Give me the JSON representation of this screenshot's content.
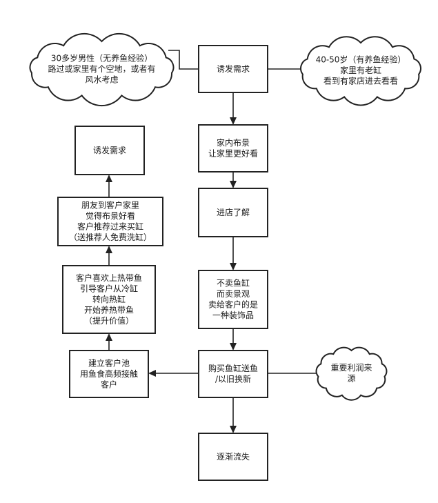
{
  "diagram": {
    "nodes": [
      {
        "id": "young-male-cloud",
        "shape": "cloud",
        "lines": [
          "30多岁男性（无养鱼经验）",
          "路过或家里有个空地，或者有",
          "风水考虑"
        ]
      },
      {
        "id": "trigger-demand-right",
        "shape": "box",
        "lines": [
          "诱发需求"
        ]
      },
      {
        "id": "middle-age-cloud",
        "shape": "cloud",
        "lines": [
          "40-50岁（有养鱼经验）",
          "家里有老缸",
          "看到有家店进去看看"
        ]
      },
      {
        "id": "trigger-demand-left",
        "shape": "box",
        "lines": [
          "诱发需求"
        ]
      },
      {
        "id": "home-decor",
        "shape": "box",
        "lines": [
          "家内布景",
          "让家里更好看"
        ]
      },
      {
        "id": "friend-referral",
        "shape": "box",
        "lines": [
          "朋友到客户家里",
          "觉得布景好看",
          "客户推荐过来买缸",
          "（送推荐人免费洗缸）"
        ]
      },
      {
        "id": "visit-store",
        "shape": "box",
        "lines": [
          "进店了解"
        ]
      },
      {
        "id": "tropical-fish",
        "shape": "box",
        "lines": [
          "客户喜欢上热带鱼",
          "引导客户从冷缸",
          "转向热缸",
          "开始养热带鱼",
          "（提升价值）"
        ]
      },
      {
        "id": "sell-decor",
        "shape": "box",
        "lines": [
          "不卖鱼缸",
          "而卖景观",
          "卖给客户的是",
          "一种装饰品"
        ]
      },
      {
        "id": "customer-pool",
        "shape": "box",
        "lines": [
          "建立客户池",
          "用鱼食高频接触",
          "客户"
        ]
      },
      {
        "id": "buy-tank",
        "shape": "box",
        "lines": [
          "购买鱼缸送鱼",
          "/以旧换新"
        ]
      },
      {
        "id": "profit-cloud",
        "shape": "cloud",
        "lines": [
          "重要利润来",
          "源"
        ]
      },
      {
        "id": "churn",
        "shape": "box",
        "lines": [
          "逐渐流失"
        ]
      }
    ],
    "edges": [
      {
        "from": "young-male-cloud",
        "to": "trigger-demand-right",
        "arrow": false
      },
      {
        "from": "middle-age-cloud",
        "to": "trigger-demand-right",
        "arrow": false
      },
      {
        "from": "trigger-demand-right",
        "to": "home-decor",
        "arrow": true
      },
      {
        "from": "home-decor",
        "to": "visit-store",
        "arrow": true
      },
      {
        "from": "visit-store",
        "to": "sell-decor",
        "arrow": true
      },
      {
        "from": "sell-decor",
        "to": "buy-tank",
        "arrow": true
      },
      {
        "from": "profit-cloud",
        "to": "buy-tank",
        "arrow": false
      },
      {
        "from": "buy-tank",
        "to": "churn",
        "arrow": true
      },
      {
        "from": "buy-tank",
        "to": "customer-pool",
        "arrow": true
      },
      {
        "from": "customer-pool",
        "to": "tropical-fish",
        "arrow": true
      },
      {
        "from": "tropical-fish",
        "to": "friend-referral",
        "arrow": true
      },
      {
        "from": "friend-referral",
        "to": "trigger-demand-left",
        "arrow": true
      }
    ]
  }
}
